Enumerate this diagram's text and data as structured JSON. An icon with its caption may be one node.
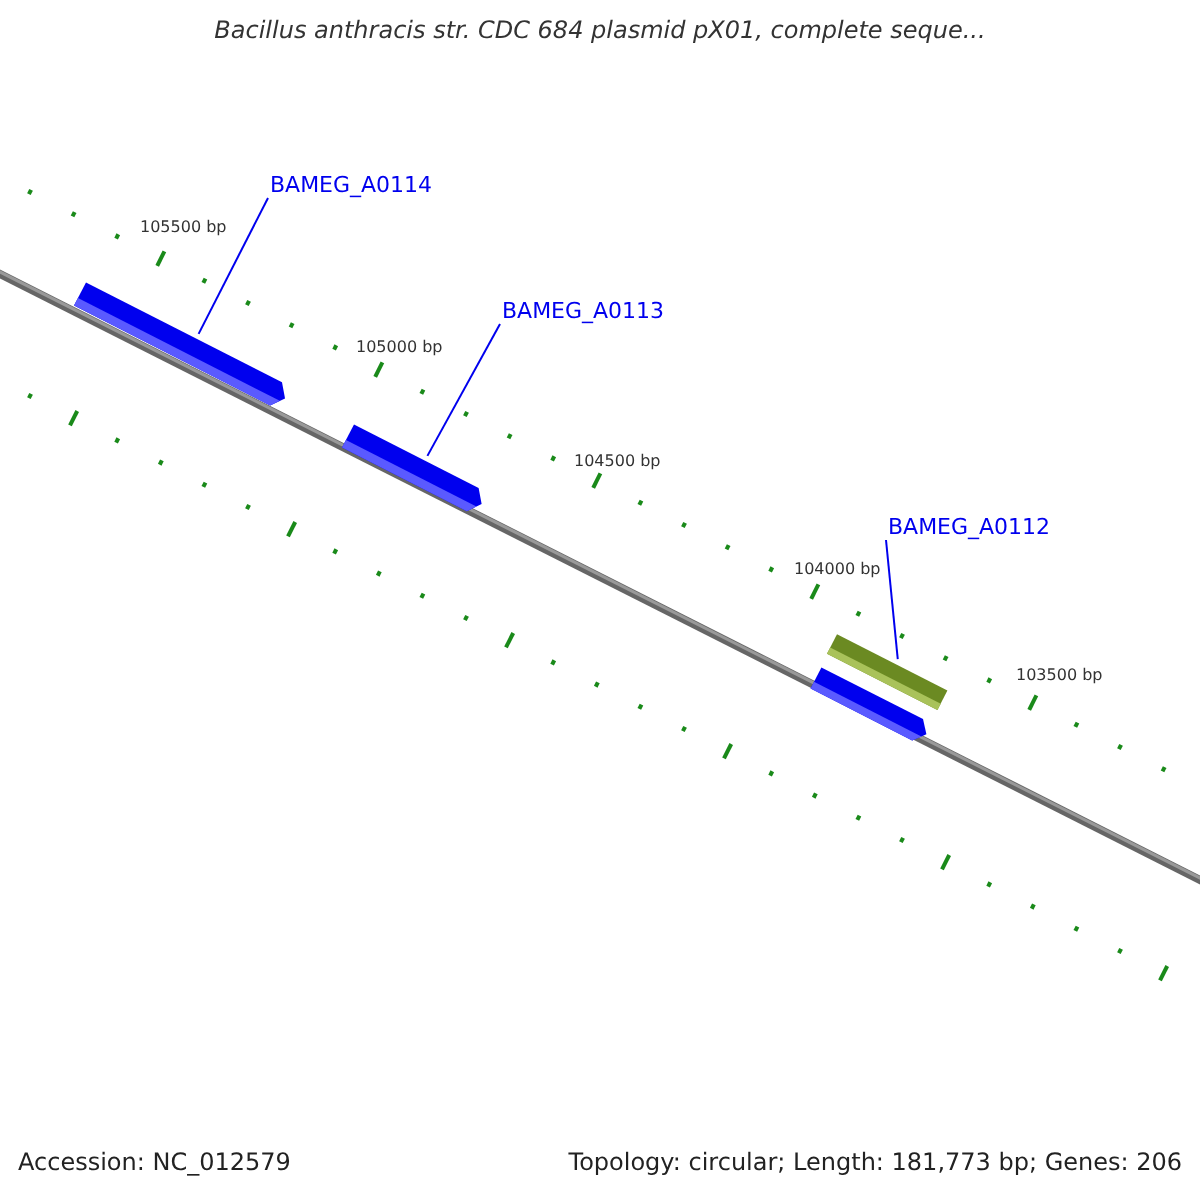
{
  "diagram": {
    "title": "Bacillus anthracis str. CDC 684 plasmid pX01, complete seque...",
    "nodes": [
      {
        "text": [
          "BAMEG_A0114"
        ]
      },
      {
        "text": [
          "BAMEG_A0113"
        ]
      },
      {
        "text": [
          "BAMEG_A0112"
        ]
      },
      {
        "text": [],
        "shape": "arrow"
      },
      {
        "text": [],
        "shape": "arrow"
      },
      {
        "text": [],
        "shape": "bar"
      },
      {
        "text": [],
        "shape": "arrow"
      }
    ],
    "edges": [
      {
        "from": 0,
        "to": 3,
        "arrow": "none"
      },
      {
        "from": 1,
        "to": 4,
        "arrow": "none"
      },
      {
        "from": 2,
        "to": 5,
        "arrow": "none"
      }
    ],
    "labels": [
      "105500 bp",
      "105000 bp",
      "104500 bp",
      "104000 bp",
      "103500 bp",
      "Accession: NC_012579",
      "Topology: circular; Length: 181,773 bp; Genes: 206"
    ]
  }
}
